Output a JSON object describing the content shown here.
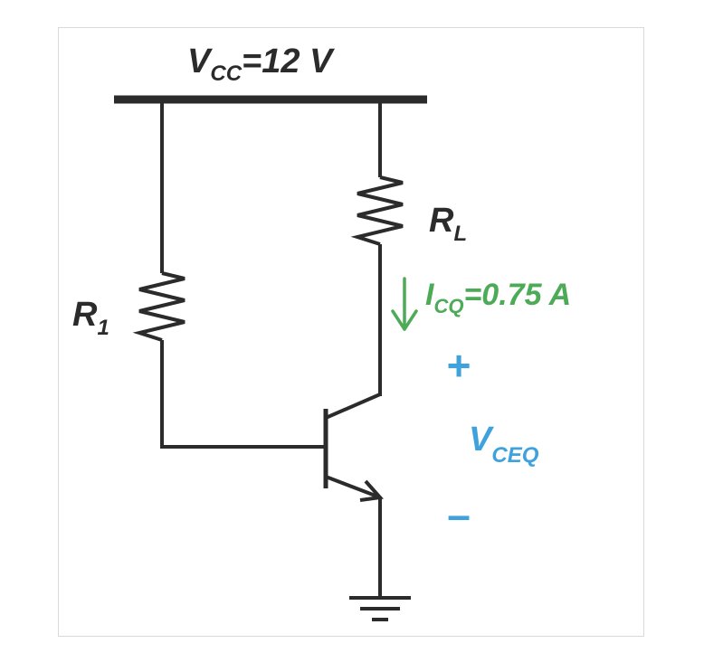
{
  "supply": {
    "symbol": "V",
    "subscript": "CC",
    "value_text": "=12 V"
  },
  "resistor_base": {
    "symbol": "R",
    "subscript": "1"
  },
  "resistor_load": {
    "symbol": "R",
    "subscript": "L"
  },
  "current": {
    "symbol": "I",
    "subscript": "CQ",
    "value_text": "=0.75 A",
    "color": "#4daa57"
  },
  "voltage": {
    "symbol": "V",
    "subscript": "CEQ",
    "plus": "+",
    "minus": "–",
    "color": "#3fa2dc"
  },
  "colors": {
    "wire": "#2b2b2b",
    "frame_border": "#d9d9d9"
  }
}
